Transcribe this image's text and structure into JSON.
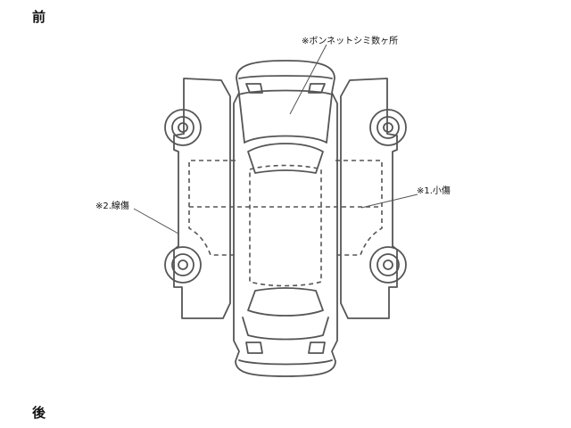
{
  "directions": {
    "front": "前",
    "rear": "後"
  },
  "notes": {
    "bonnet": "※ボンネットシミ数ヶ所",
    "scratch": "※1.小傷",
    "line_scratch": "※2.線傷"
  },
  "colors": {
    "line": "#555555",
    "text": "#111111",
    "background": "#ffffff"
  }
}
